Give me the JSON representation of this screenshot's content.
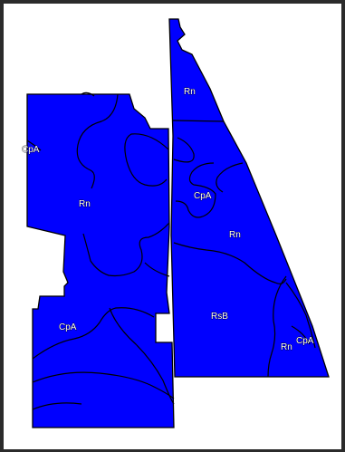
{
  "map": {
    "fill_color": "#0000ff",
    "line_color": "#000000",
    "frame_color": "#2b2b2b",
    "labels": {
      "west_cpa_left": "CpA",
      "west_rn": "Rn",
      "west_cpa_bottom": "CpA",
      "east_rn_top": "Rn",
      "east_cpa_mid": "CpA",
      "east_rn_mid": "Rn",
      "east_rsb": "RsB",
      "east_rn_bottom": "Rn",
      "east_cpa_bottom": "CpA"
    }
  }
}
